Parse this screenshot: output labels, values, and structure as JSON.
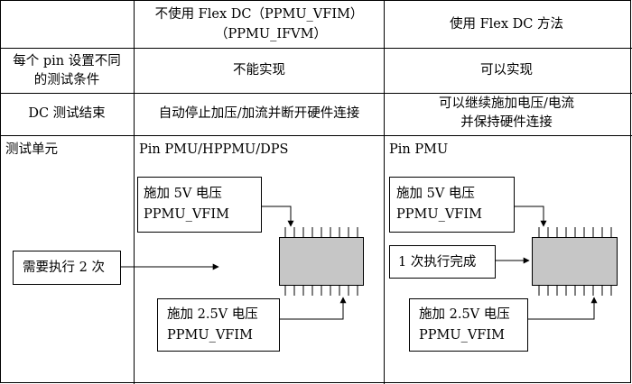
{
  "table": {
    "header": {
      "col_without_line1": "不使用 Flex DC（PPMU_VFIM）",
      "col_without_line2": "（PPMU_IFVM）",
      "col_with": "使用 Flex DC 方法"
    },
    "row_conditions": {
      "label_line1": "每个 pin 设置不同",
      "label_line2": "的测试条件",
      "without": "不能实现",
      "with": "可以实现"
    },
    "row_dc_end": {
      "label": "DC 测试结束",
      "without": "自动停止加压/加流并断开硬件连接",
      "with_line1": "可以继续施加电压/电流",
      "with_line2": "并保持硬件连接"
    },
    "row_unit": {
      "label": "测试单元",
      "without_title": "Pin PMU/HPPMU/DPS",
      "with_title": "Pin PMU"
    }
  },
  "diagram_left": {
    "top_box_line1": "施加 5V  电压",
    "top_box_line2": "PPMU_VFIM",
    "side_box": "需要执行 2 次",
    "bottom_box_line1": "施加 2.5V  电压",
    "bottom_box_line2": "PPMU_VFIM"
  },
  "diagram_right": {
    "top_box_line1": "施加 5V  电压",
    "top_box_line2": "PPMU_VFIM",
    "side_box": "1 次执行完成",
    "bottom_box_line1": "施加 2.5V  电压",
    "bottom_box_line2": "PPMU_VFIM"
  },
  "colors": {
    "chip_fill": "#c6c6c6",
    "line": "#000000"
  }
}
